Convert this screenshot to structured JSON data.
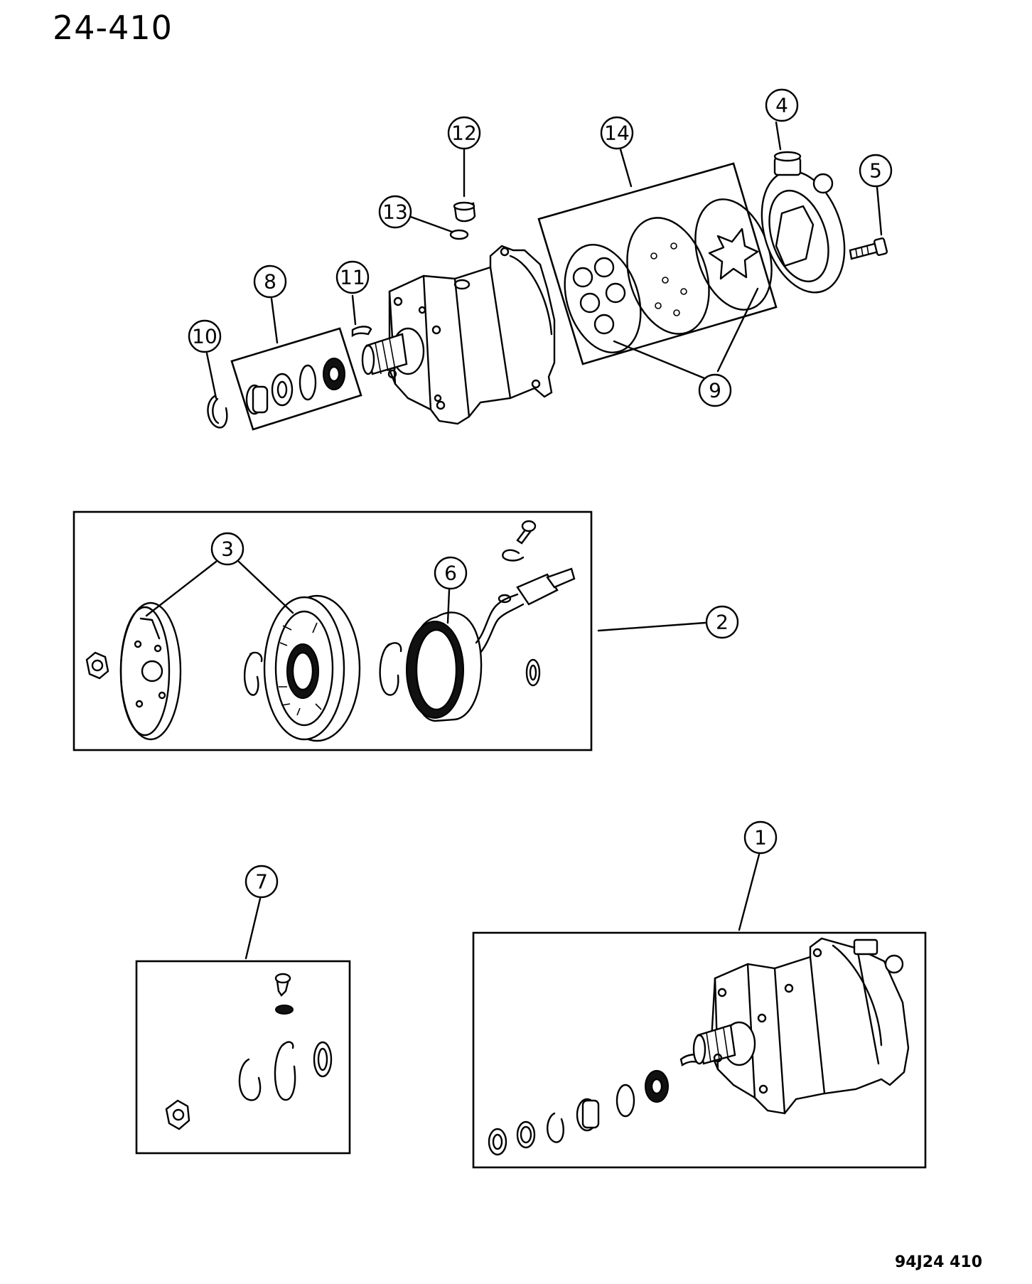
{
  "page": {
    "page_number": "24-410",
    "drawing_code": "94J24 410"
  },
  "callouts": [
    {
      "id": "c1",
      "label": "1"
    },
    {
      "id": "c2",
      "label": "2"
    },
    {
      "id": "c3",
      "label": "3"
    },
    {
      "id": "c4",
      "label": "4"
    },
    {
      "id": "c5",
      "label": "5"
    },
    {
      "id": "c6",
      "label": "6"
    },
    {
      "id": "c7",
      "label": "7"
    },
    {
      "id": "c8",
      "label": "8"
    },
    {
      "id": "c9",
      "label": "9"
    },
    {
      "id": "c10",
      "label": "10"
    },
    {
      "id": "c11",
      "label": "11"
    },
    {
      "id": "c12",
      "label": "12"
    },
    {
      "id": "c13",
      "label": "13"
    },
    {
      "id": "c14",
      "label": "14"
    }
  ]
}
